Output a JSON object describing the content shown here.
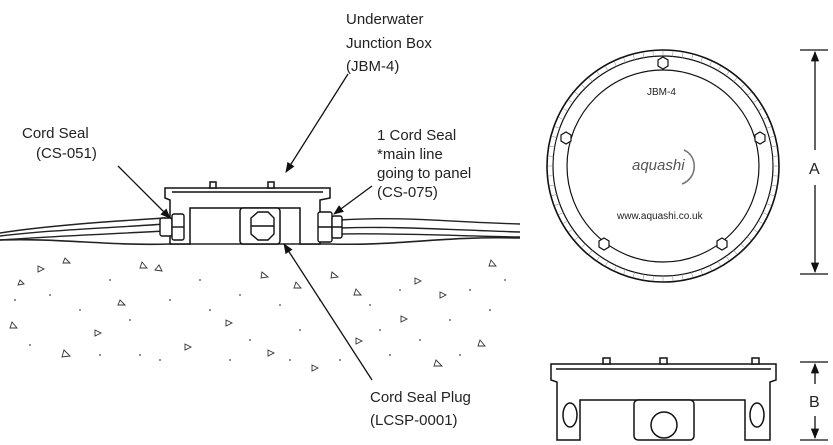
{
  "labels": {
    "junction_box": [
      "Underwater",
      "Junction Box",
      "(JBM-4)"
    ],
    "cord_seal_left": [
      "Cord Seal",
      "(CS-051)"
    ],
    "cord_seal_right": [
      "1 Cord Seal",
      "*main line",
      "going to panel",
      "(CS-075)"
    ],
    "cord_seal_plug": [
      "Cord Seal Plug",
      "(LCSP-0001)"
    ]
  },
  "top_view": {
    "model": "JBM-4",
    "brand": "aquashi",
    "website": "www.aquashi.co.uk"
  },
  "dimensions": {
    "a": "A",
    "b": "B"
  }
}
